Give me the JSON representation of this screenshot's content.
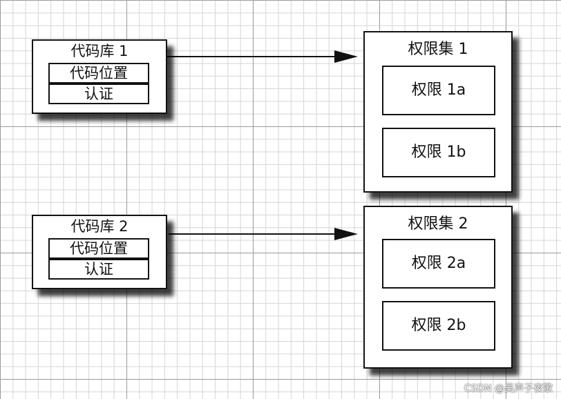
{
  "codebases": [
    {
      "title": "代码库 1",
      "location_label": "代码位置",
      "cert_label": "认证"
    },
    {
      "title": "代码库 2",
      "location_label": "代码位置",
      "cert_label": "认证"
    }
  ],
  "permission_sets": [
    {
      "title": "权限集 1",
      "permissions": [
        "权限 1a",
        "权限 1b"
      ]
    },
    {
      "title": "权限集 2",
      "permissions": [
        "权限 2a",
        "权限 2b"
      ]
    }
  ],
  "watermark": "CSDN @吴声子夜歌"
}
